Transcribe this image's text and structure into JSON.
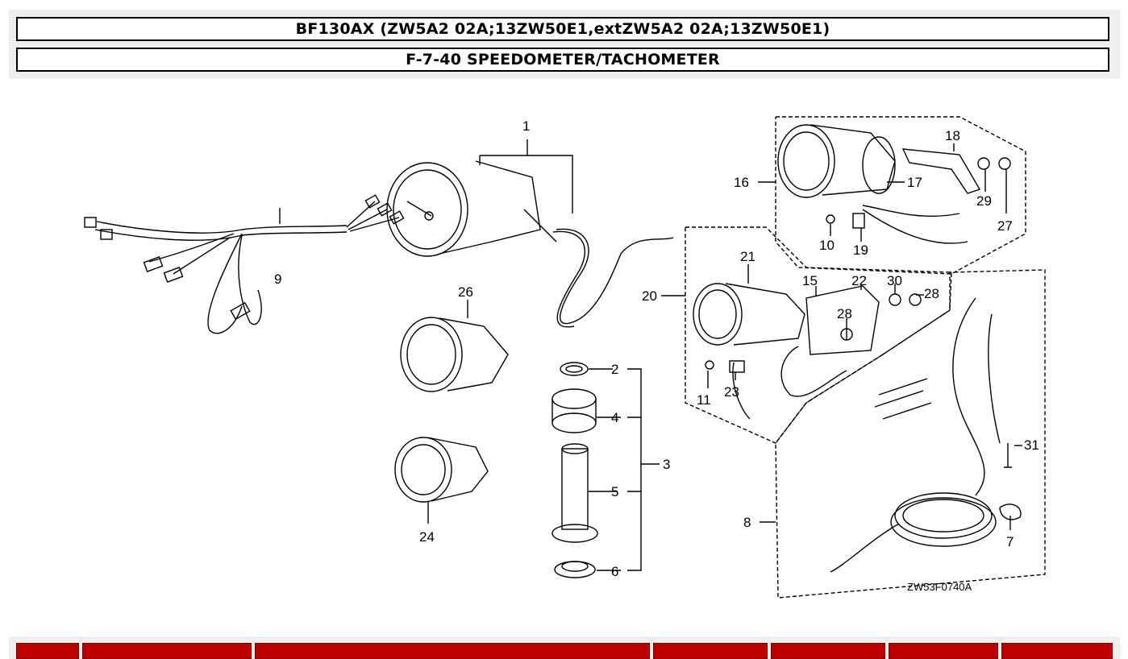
{
  "header": {
    "model": "BF130AX (ZW5A2 02A;13ZW50E1,extZW5A2 02A;13ZW50E1)",
    "section": "F-7-40 SPEEDOMETER/TACHOMETER"
  },
  "diagram": {
    "code": "ZW53F0740A",
    "callouts": {
      "c1": "1",
      "c2": "2",
      "c3": "3",
      "c4": "4",
      "c5": "5",
      "c6": "6",
      "c7": "7",
      "c8": "8",
      "c9": "9",
      "c10": "10",
      "c11": "11",
      "c15": "15",
      "c16": "16",
      "c17": "17",
      "c18": "18",
      "c19": "19",
      "c20": "20",
      "c21": "21",
      "c22": "22",
      "c23": "23",
      "c24": "24",
      "c26": "26",
      "c27": "27",
      "c28a": "28",
      "c28b": "28",
      "c29": "29",
      "c30": "30",
      "c31": "31"
    }
  }
}
